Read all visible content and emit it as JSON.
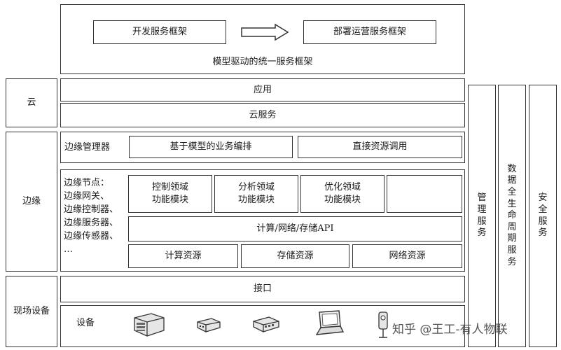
{
  "top": {
    "dev_framework": "开发服务框架",
    "deploy_framework": "部署运营服务框架",
    "caption": "模型驱动的统一服务框架"
  },
  "cloud": {
    "label": "云",
    "app": "应用",
    "service": "云服务"
  },
  "edge": {
    "label": "边缘",
    "manager_label": "边缘管理器",
    "orchestration": "基于模型的业务编排",
    "resource_call": "直接资源调用",
    "node_lines": [
      "边缘节点：",
      "边缘网关、",
      "边缘控制器、",
      "边缘服务器、",
      "边缘传感器、",
      "…"
    ],
    "control_module": "控制领域\n功能模块",
    "analysis_module": "分析领域\n功能模块",
    "optimize_module": "优化领域\n功能模块",
    "api": "计算/网络/存储API",
    "compute_res": "计算资源",
    "storage_res": "存储资源",
    "network_res": "网络资源"
  },
  "field": {
    "label": "现场设备",
    "interface": "接口",
    "devices_label": "设备",
    "device_icons": [
      "server-icon",
      "gateway-icon",
      "switch-icon",
      "laptop-icon",
      "sensor-icon"
    ]
  },
  "side": {
    "management": [
      "管",
      "理",
      "服",
      "务"
    ],
    "lifecycle": [
      "数",
      "据",
      "全",
      "生",
      "命",
      "周",
      "期",
      "服",
      "务"
    ],
    "security": [
      "安",
      "全",
      "服",
      "务"
    ]
  },
  "watermark": "知乎 @王工-有人物联"
}
